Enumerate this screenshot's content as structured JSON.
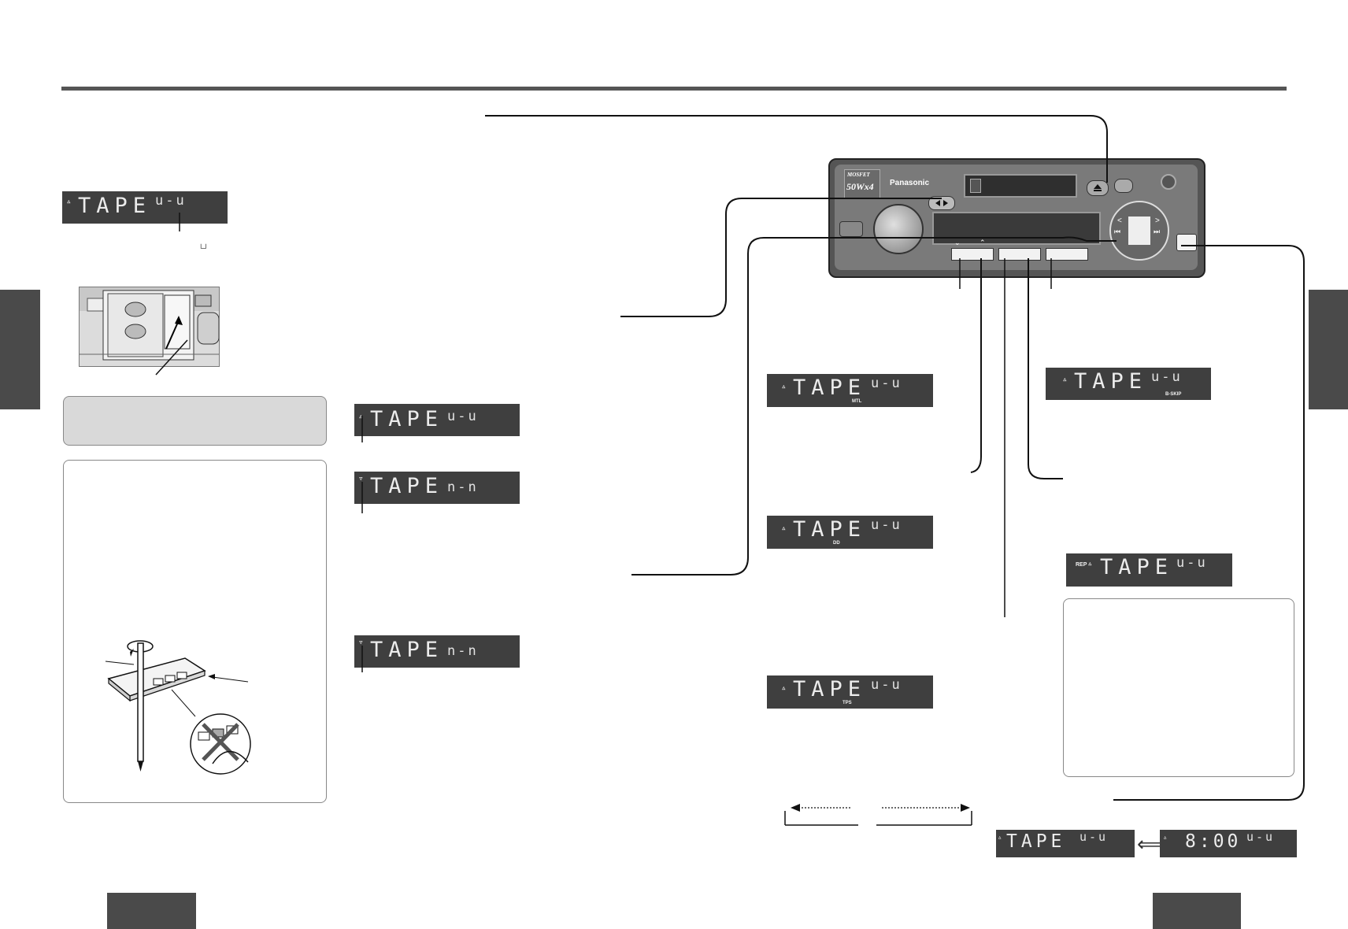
{
  "colors": {
    "lcd_bg": "#3f3f3f",
    "rule": "#555555",
    "tab": "#4a4a4a",
    "note_box": "#d9d9d9"
  },
  "displays": {
    "intro": {
      "indicator": "▵",
      "word": "TAPE",
      "counter": "u-u"
    },
    "forward": {
      "indicator": "▵",
      "word": "TAPE",
      "counter": "u-u"
    },
    "reverse": {
      "indicator": "▿",
      "word": "TAPE",
      "counter": "n-n"
    },
    "blink": {
      "indicator": "▿",
      "word": "TAPE",
      "counter": "n-n"
    },
    "mtl": {
      "indicator": "▵",
      "word": "TAPE",
      "counter": "u-u",
      "sub": "MTL"
    },
    "dolby": {
      "indicator": "▵",
      "word": "TAPE",
      "counter": "u-u",
      "sub": "DD"
    },
    "tps": {
      "indicator": "▵",
      "word": "TAPE",
      "counter": "u-u",
      "sub": "TPS"
    },
    "bskip": {
      "indicator": "▵",
      "word": "TAPE",
      "counter": "u-u",
      "sub": "B-SKIP"
    },
    "rep": {
      "prefix": "REP",
      "indicator": "▵",
      "word": "TAPE",
      "counter": "u-u"
    },
    "clock_a": {
      "indicator": "▵",
      "word": "TAPE",
      "counter": "u-u"
    },
    "clock_b": {
      "indicator": "▵",
      "word": "8:00",
      "counter": "u-u"
    }
  },
  "unit": {
    "brand": "Panasonic",
    "badge_top": "MOSFET",
    "badge_power": "50Wx4",
    "eject_icon": "eject-icon",
    "direction_icon": "direction-toggle-icon",
    "seek_labels": [
      "<",
      ">"
    ],
    "skip_icons": [
      "rewind-icon",
      "fast-forward-icon"
    ],
    "preset_marks": [
      "⌄",
      "⌃"
    ]
  },
  "small_mark": "└┘",
  "swap_arrow": "⟺"
}
